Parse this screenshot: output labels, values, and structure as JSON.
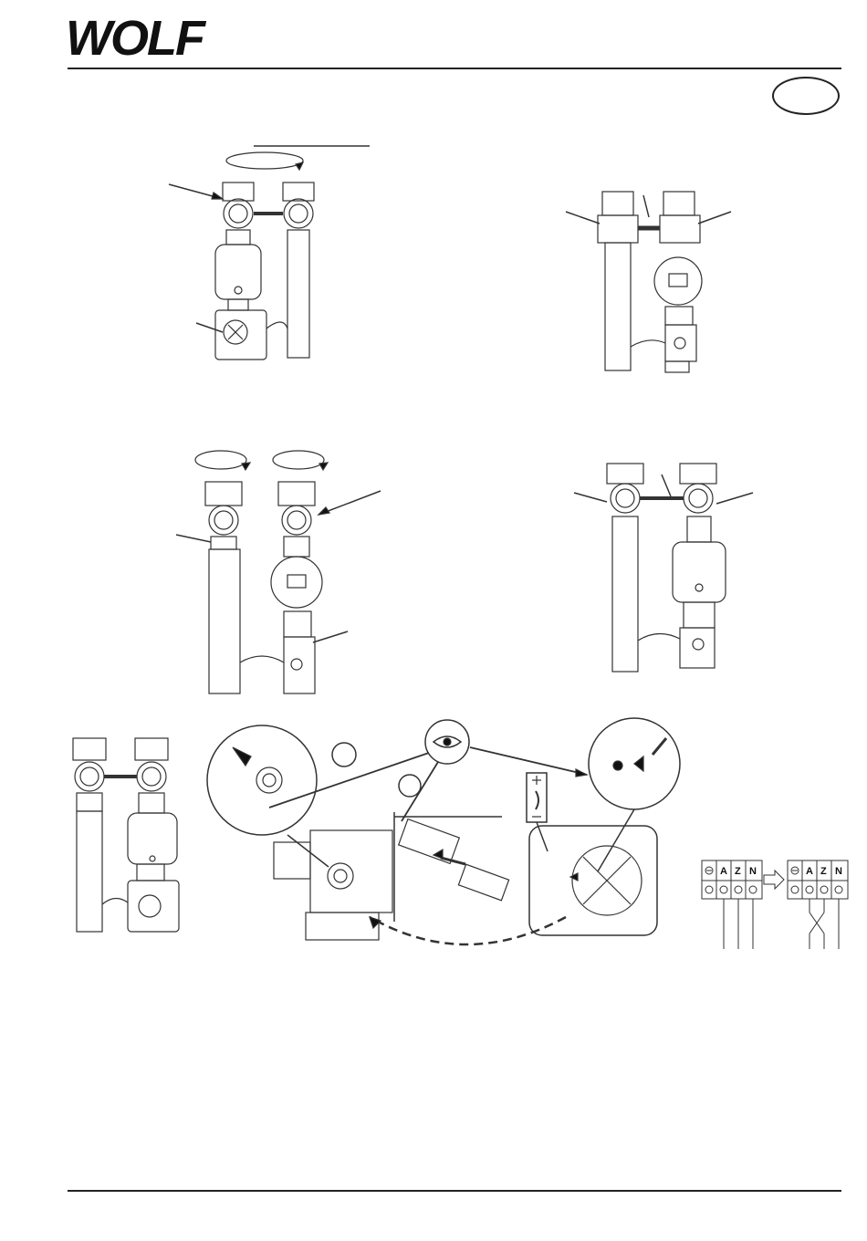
{
  "header": {
    "brand": "WOLF"
  },
  "terminal_strip": {
    "before": [
      "A",
      "Z",
      "N"
    ],
    "after": [
      "A",
      "Z",
      "N"
    ]
  },
  "icons": [
    "eye-icon",
    "earth-ground-symbol",
    "plus-minus-indicator",
    "screw-terminal-icon",
    "rotation-arrow-icon"
  ]
}
